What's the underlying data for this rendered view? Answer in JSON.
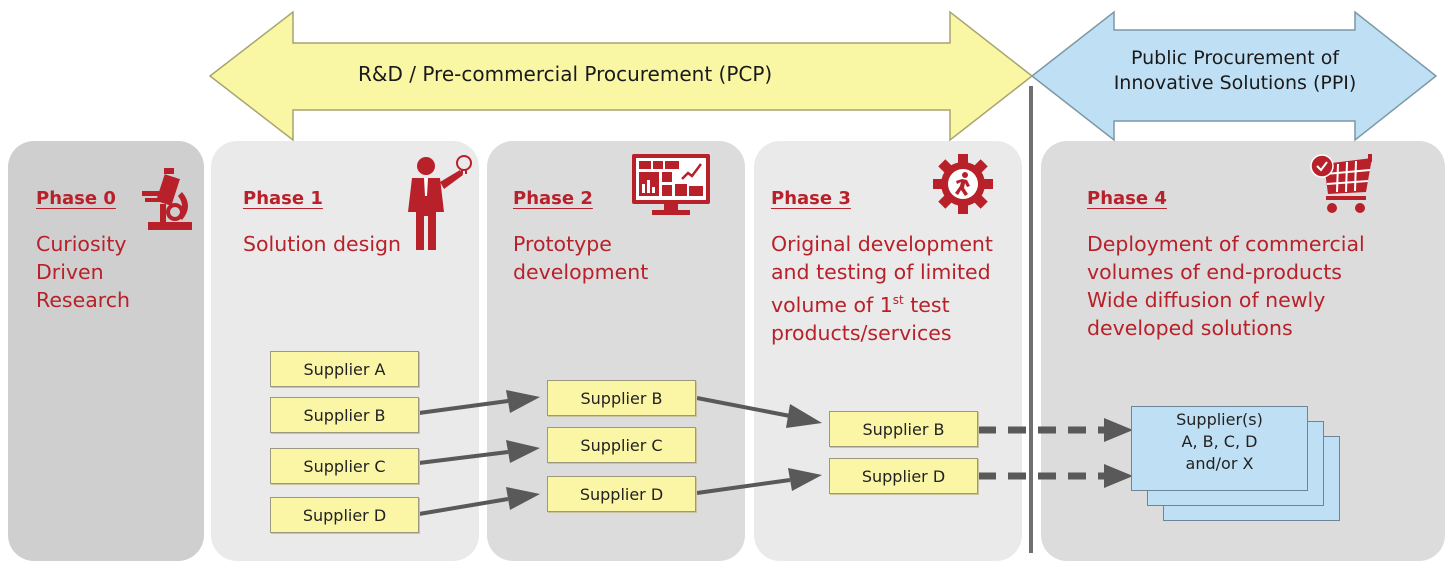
{
  "banners": {
    "pcp_label": "R&D / Pre-commercial Procurement (PCP)",
    "ppi_line1": "Public Procurement of",
    "ppi_line2": "Innovative Solutions (PPI)"
  },
  "phases": [
    {
      "title": "Phase 0",
      "lines": [
        "Curiosity",
        "Driven",
        "Research"
      ],
      "icon": "microscope-icon"
    },
    {
      "title": "Phase 1",
      "lines": [
        "Solution design"
      ],
      "icon": "person-idea-icon"
    },
    {
      "title": "Phase 2",
      "lines": [
        "Prototype",
        "development"
      ],
      "icon": "monitor-dashboard-icon"
    },
    {
      "title": "Phase 3",
      "lines": [
        "Original development",
        "and testing of limited",
        "volume of 1",
        "products/services"
      ],
      "superscript": "st",
      "line3_suffix": " test",
      "icon": "gear-runner-icon"
    },
    {
      "title": "Phase 4",
      "lines": [
        "Deployment of commercial",
        "volumes of end-products",
        "Wide diffusion of newly",
        "developed solutions"
      ],
      "icon": "shopping-cart-icon"
    }
  ],
  "suppliers": {
    "phase1": [
      "Supplier A",
      "Supplier B",
      "Supplier C",
      "Supplier D"
    ],
    "phase2": [
      "Supplier B",
      "Supplier C",
      "Supplier D"
    ],
    "phase3": [
      "Supplier B",
      "Supplier D"
    ],
    "phase4": [
      "Supplier(s)",
      "A, B, C, D",
      "and/or X"
    ]
  },
  "colors": {
    "phase_red": "#b8202a",
    "pcp_arrow": "#faf7a4",
    "ppi_arrow": "#bfe0f4",
    "arrow_gray": "#595959"
  }
}
